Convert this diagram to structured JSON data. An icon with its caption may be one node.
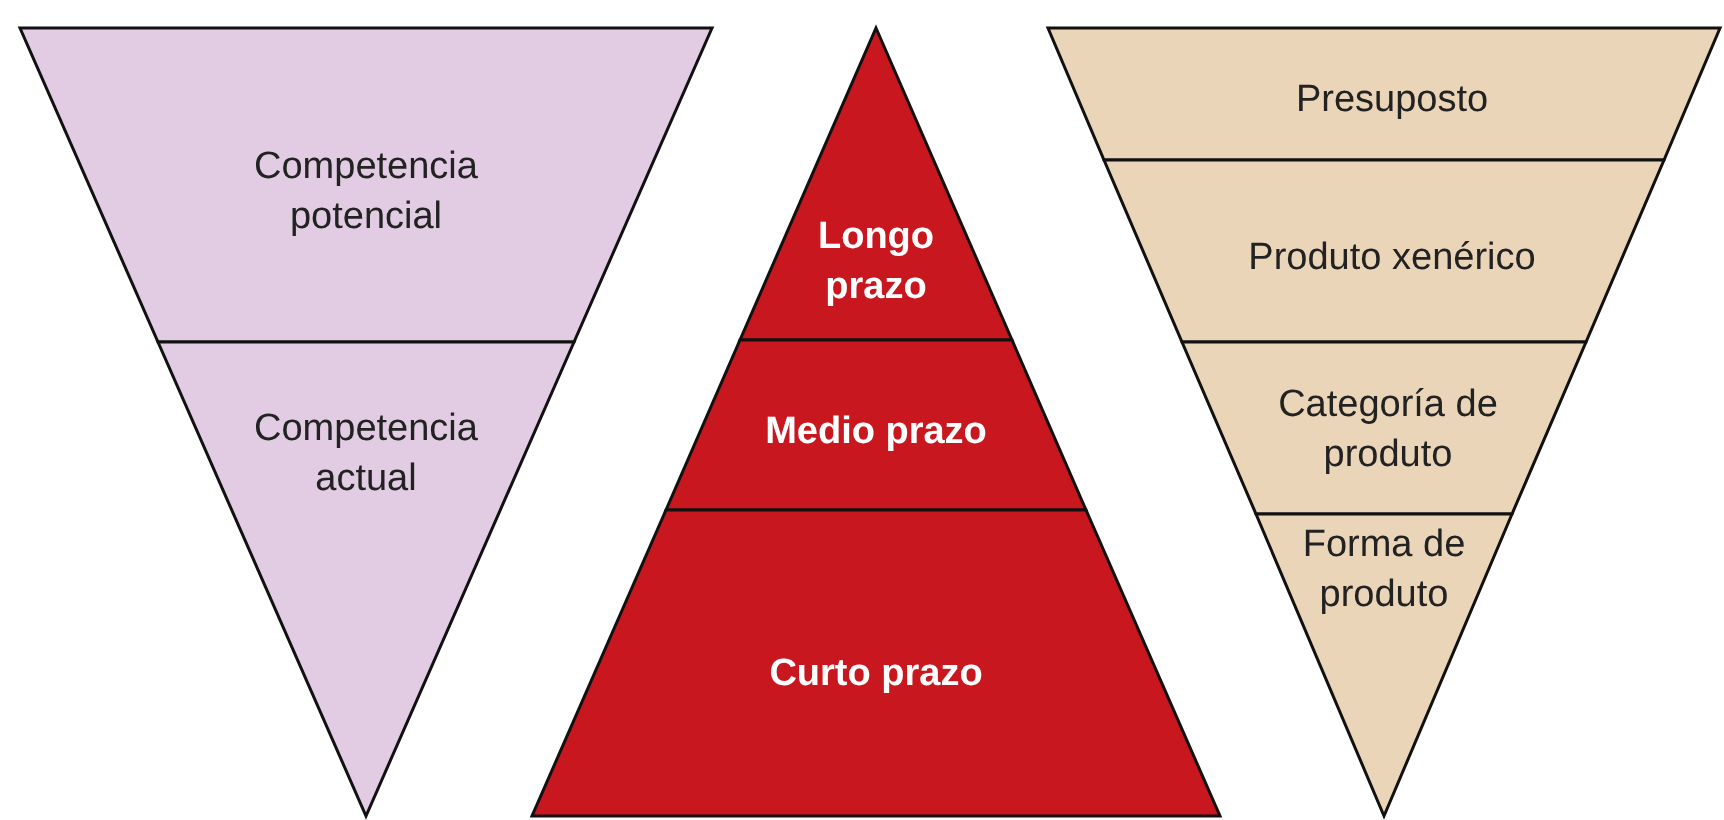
{
  "diagram": {
    "nodes": [
      {
        "text": [
          "Competencia potencial"
        ]
      },
      {
        "text": [
          "Competencia actual"
        ]
      },
      {
        "text": [
          "Longo prazo"
        ]
      },
      {
        "text": [
          "Medio prazo"
        ]
      },
      {
        "text": [
          "Curto prazo"
        ]
      },
      {
        "text": [
          "Presuposto"
        ]
      },
      {
        "text": [
          "Produto xenérico"
        ]
      },
      {
        "text": [
          "Categoría de produto"
        ]
      },
      {
        "text": [
          "Forma de produto"
        ]
      }
    ],
    "edges": []
  }
}
